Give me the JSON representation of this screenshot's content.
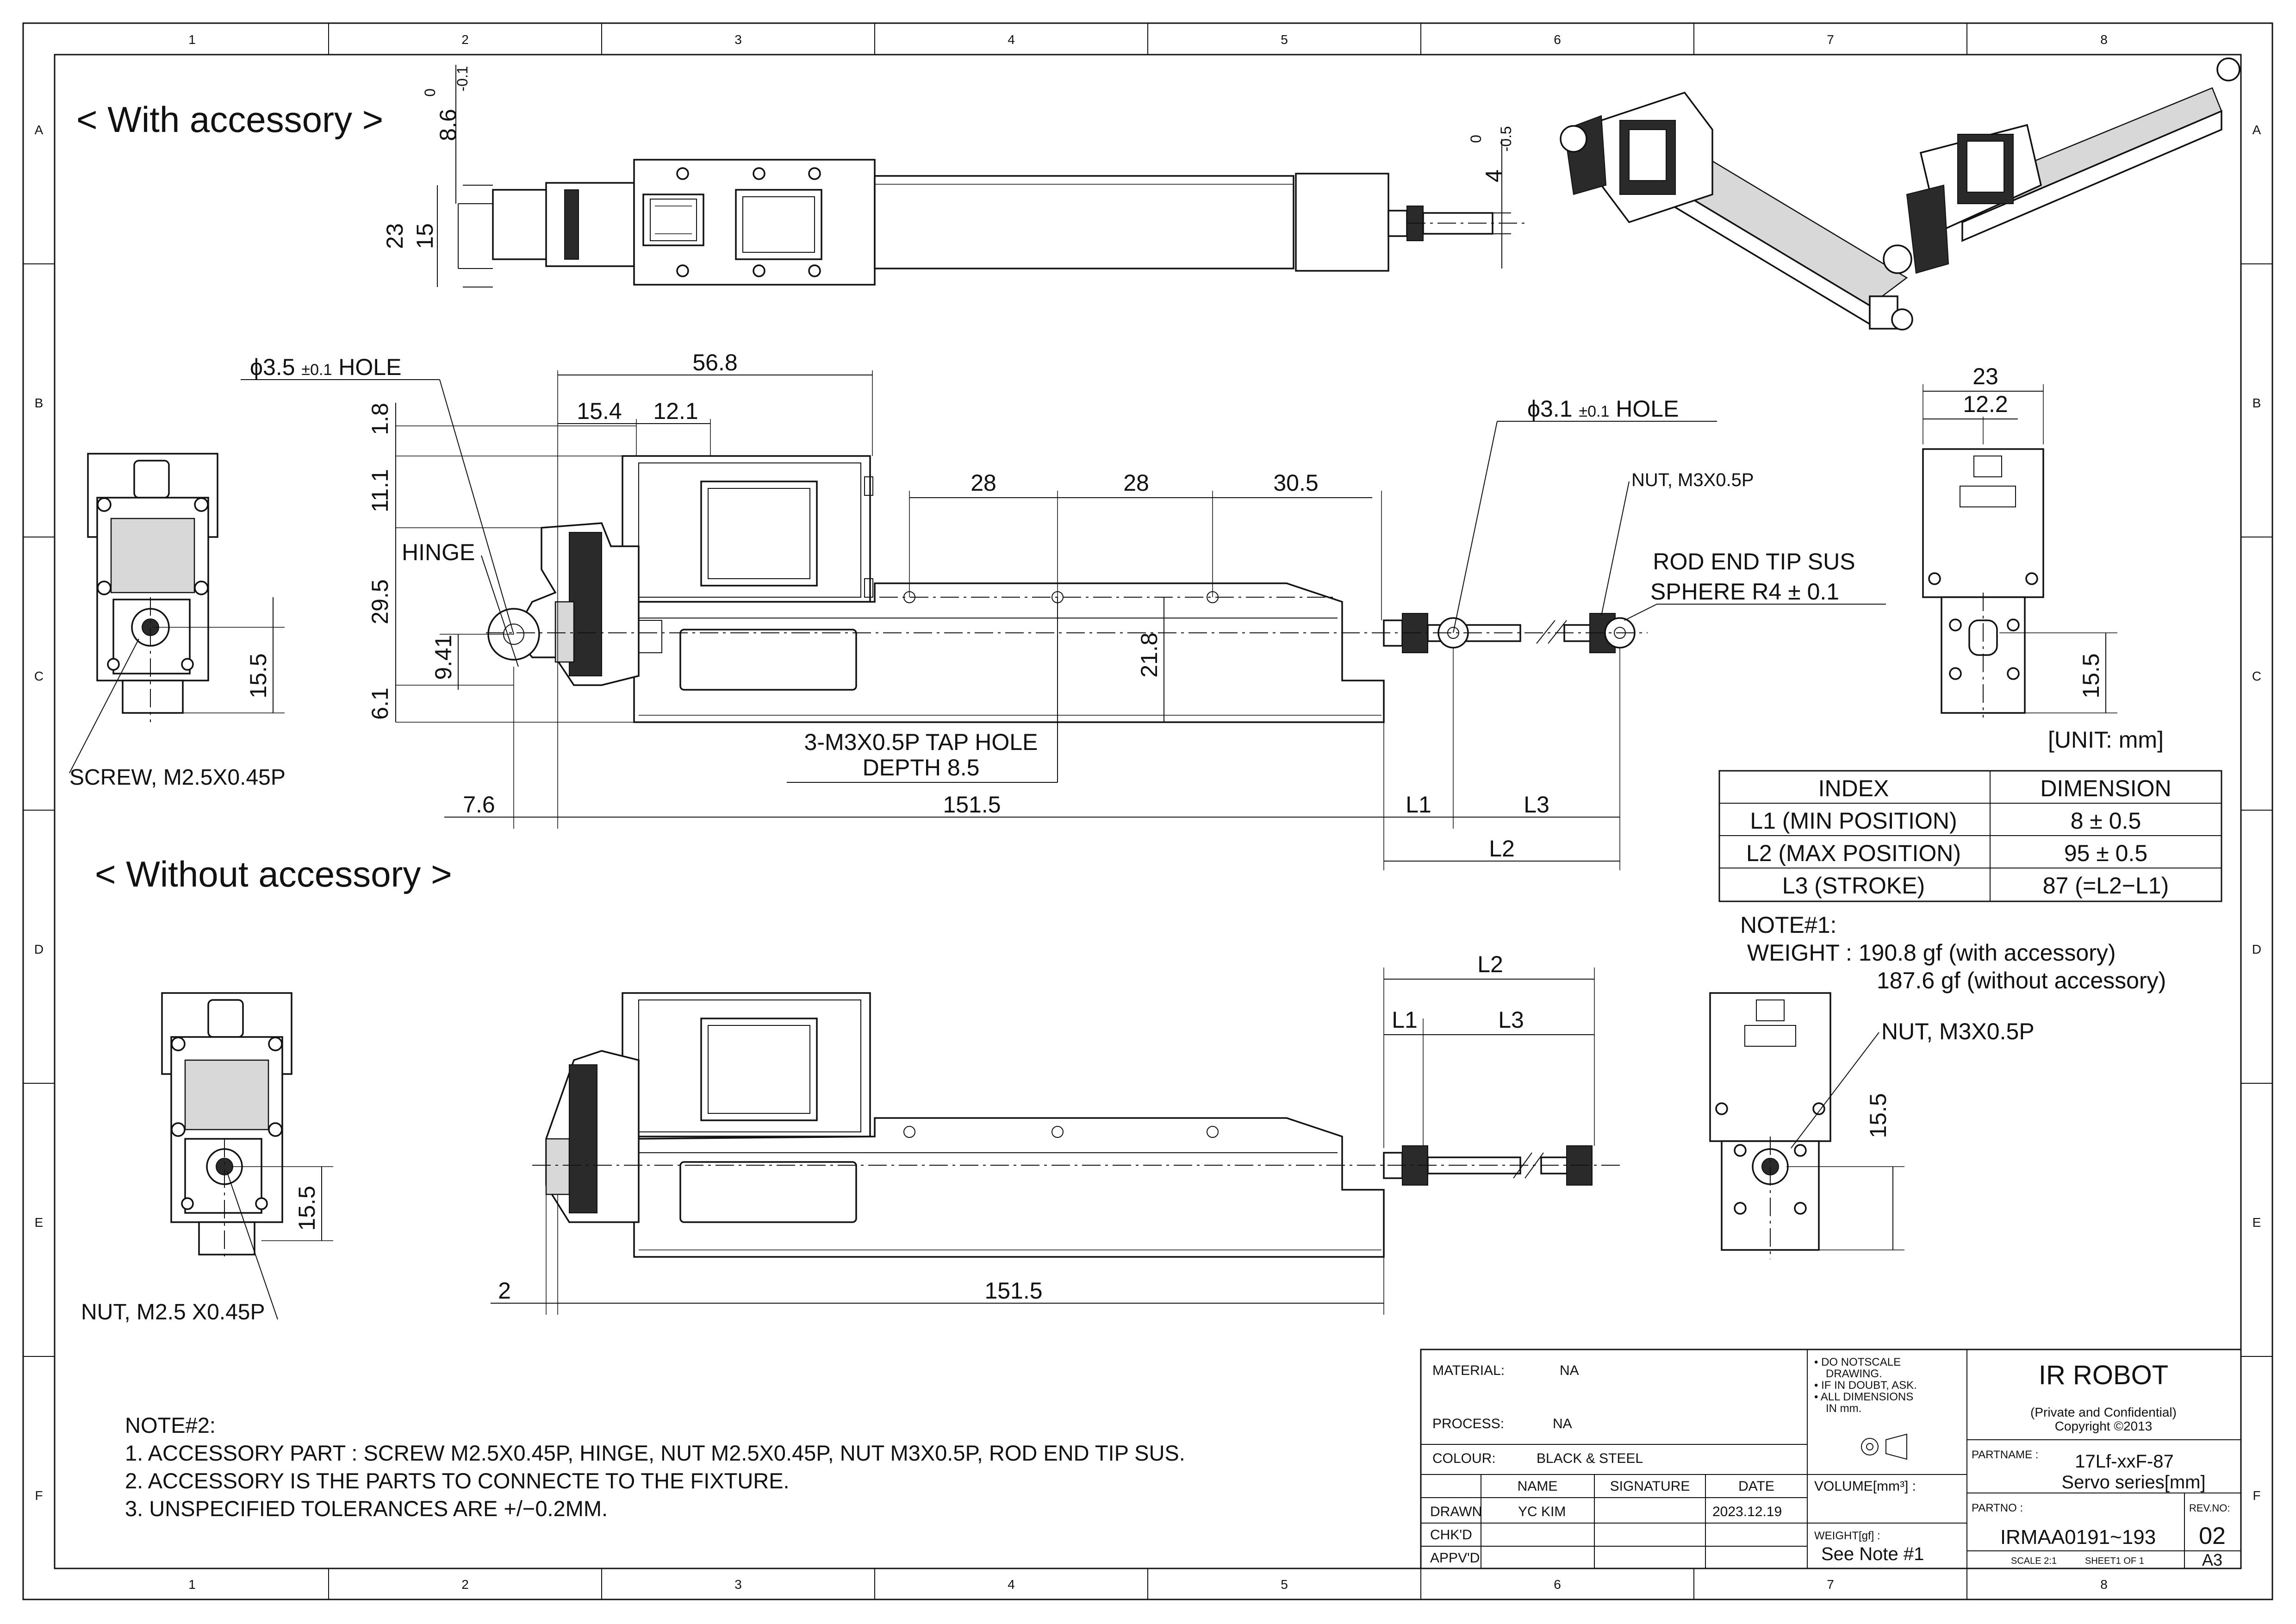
{
  "drawing": {
    "view_titles": {
      "with": "< With accessory >",
      "without": "< Without accessory >"
    },
    "border": {
      "columns": [
        "1",
        "2",
        "3",
        "4",
        "5",
        "6",
        "7",
        "8"
      ],
      "rows": [
        "A",
        "B",
        "C",
        "D",
        "E",
        "F"
      ]
    },
    "top_view": {
      "dim_23": "23",
      "dim_15": "15",
      "dim_8_6": "8.6",
      "tol_8_6": [
        "0",
        "-0.1"
      ],
      "dim_4": "4",
      "tol_4": [
        "0",
        "-0.5"
      ]
    },
    "side_with": {
      "hole_left": "ϕ3.5",
      "hole_left_tol": "±0.1",
      "hole_left_word": "HOLE",
      "hinge": "HINGE",
      "dim_56_8": "56.8",
      "dim_15_4": "15.4",
      "dim_12_1": "12.1",
      "dim_1_8": "1.8",
      "dim_11_1": "11.1",
      "dim_29_5": "29.5",
      "dim_9_41": "9.41",
      "dim_6_1": "6.1",
      "dim_28a": "28",
      "dim_28b": "28",
      "dim_30_5": "30.5",
      "dim_21_8": "21.8",
      "hole_right": "ϕ3.1",
      "hole_right_tol": "±0.1",
      "hole_right_word": "HOLE",
      "nut": "NUT, M3X0.5P",
      "rod_end_1": "ROD END TIP SUS",
      "rod_end_2": "SPHERE R4",
      "rod_end_tol": "± 0.1",
      "tap_hole_1": "3-M3X0.5P TAP HOLE",
      "tap_hole_2": "DEPTH 8.5",
      "dim_7_6": "7.6",
      "dim_151_5": "151.5",
      "l1": "L1",
      "l2": "L2",
      "l3": "L3"
    },
    "end_left_with": {
      "dim": "15.5",
      "screw": "SCREW, M2.5X0.45P"
    },
    "end_right_with": {
      "dim_23": "23",
      "dim_12_2": "12.2",
      "dim_15_5": "15.5"
    },
    "unit": "[UNIT: mm]",
    "dimension_table": {
      "headers": [
        "INDEX",
        "DIMENSION"
      ],
      "rows": [
        [
          "L1 (MIN POSITION)",
          "8 ± 0.5"
        ],
        [
          "L2 (MAX POSITION)",
          "95 ± 0.5"
        ],
        [
          "L3 (STROKE)",
          "87 (=L2−L1)"
        ]
      ]
    },
    "note1": {
      "title": "NOTE#1:",
      "line1": "WEIGHT : 190.8 gf  (with accessory)",
      "line2": "187.6 gf  (without accessory)"
    },
    "side_without": {
      "l1": "L1",
      "l2": "L2",
      "l3": "L3",
      "dim_2": "2",
      "dim_151_5": "151.5"
    },
    "end_left_without": {
      "dim": "15.5",
      "nut": "NUT, M2.5 X0.45P"
    },
    "end_right_without": {
      "nut": "NUT, M3X0.5P",
      "dim": "15.5"
    },
    "note2": {
      "title": "NOTE#2:",
      "line1": "1. ACCESSORY PART :   SCREW M2.5X0.45P, HINGE, NUT M2.5X0.45P, NUT M3X0.5P, ROD END TIP SUS.",
      "line2": "2. ACCESSORY IS THE PARTS TO CONNECTE TO THE FIXTURE.",
      "line3": "3. UNSPECIFIED TOLERANCES ARE +/−0.2MM."
    },
    "title_block": {
      "material_label": "MATERIAL:",
      "material": "NA",
      "process_label": "PROCESS:",
      "process": "NA",
      "colour_label": "COLOUR:",
      "colour": "BLACK & STEEL",
      "cols": [
        "NAME",
        "SIGNATURE",
        "DATE"
      ],
      "drawn_label": "DRAWN",
      "drawn_name": "YC KIM",
      "drawn_date": "2023.12.19",
      "chkd_label": "CHK'D",
      "apvd_label": "APPV'D",
      "notes": [
        "• DO NOTSCALE",
        "DRAWING.",
        "• IF IN DOUBT, ASK.",
        "• ALL DIMENSIONS",
        "IN mm."
      ],
      "volume_label": "VOLUME[mm³] :",
      "weight_label": "WEIGHT[gf] :",
      "weight_value": "See Note #1",
      "company": "IR ROBOT",
      "private": "(Private and Confidential)",
      "copyright": "Copyright ©2013",
      "partname_label": "PARTNAME :",
      "partname_1": "17Lf-xxF-87",
      "partname_2": "Servo series[mm]",
      "partno_label": "PARTNO :",
      "partno": "IRMAA0191~193",
      "rev_label": "REV.NO:",
      "rev": "02",
      "scale": "SCALE  2:1",
      "sheet": "SHEET1 OF 1",
      "size": "A3"
    }
  }
}
